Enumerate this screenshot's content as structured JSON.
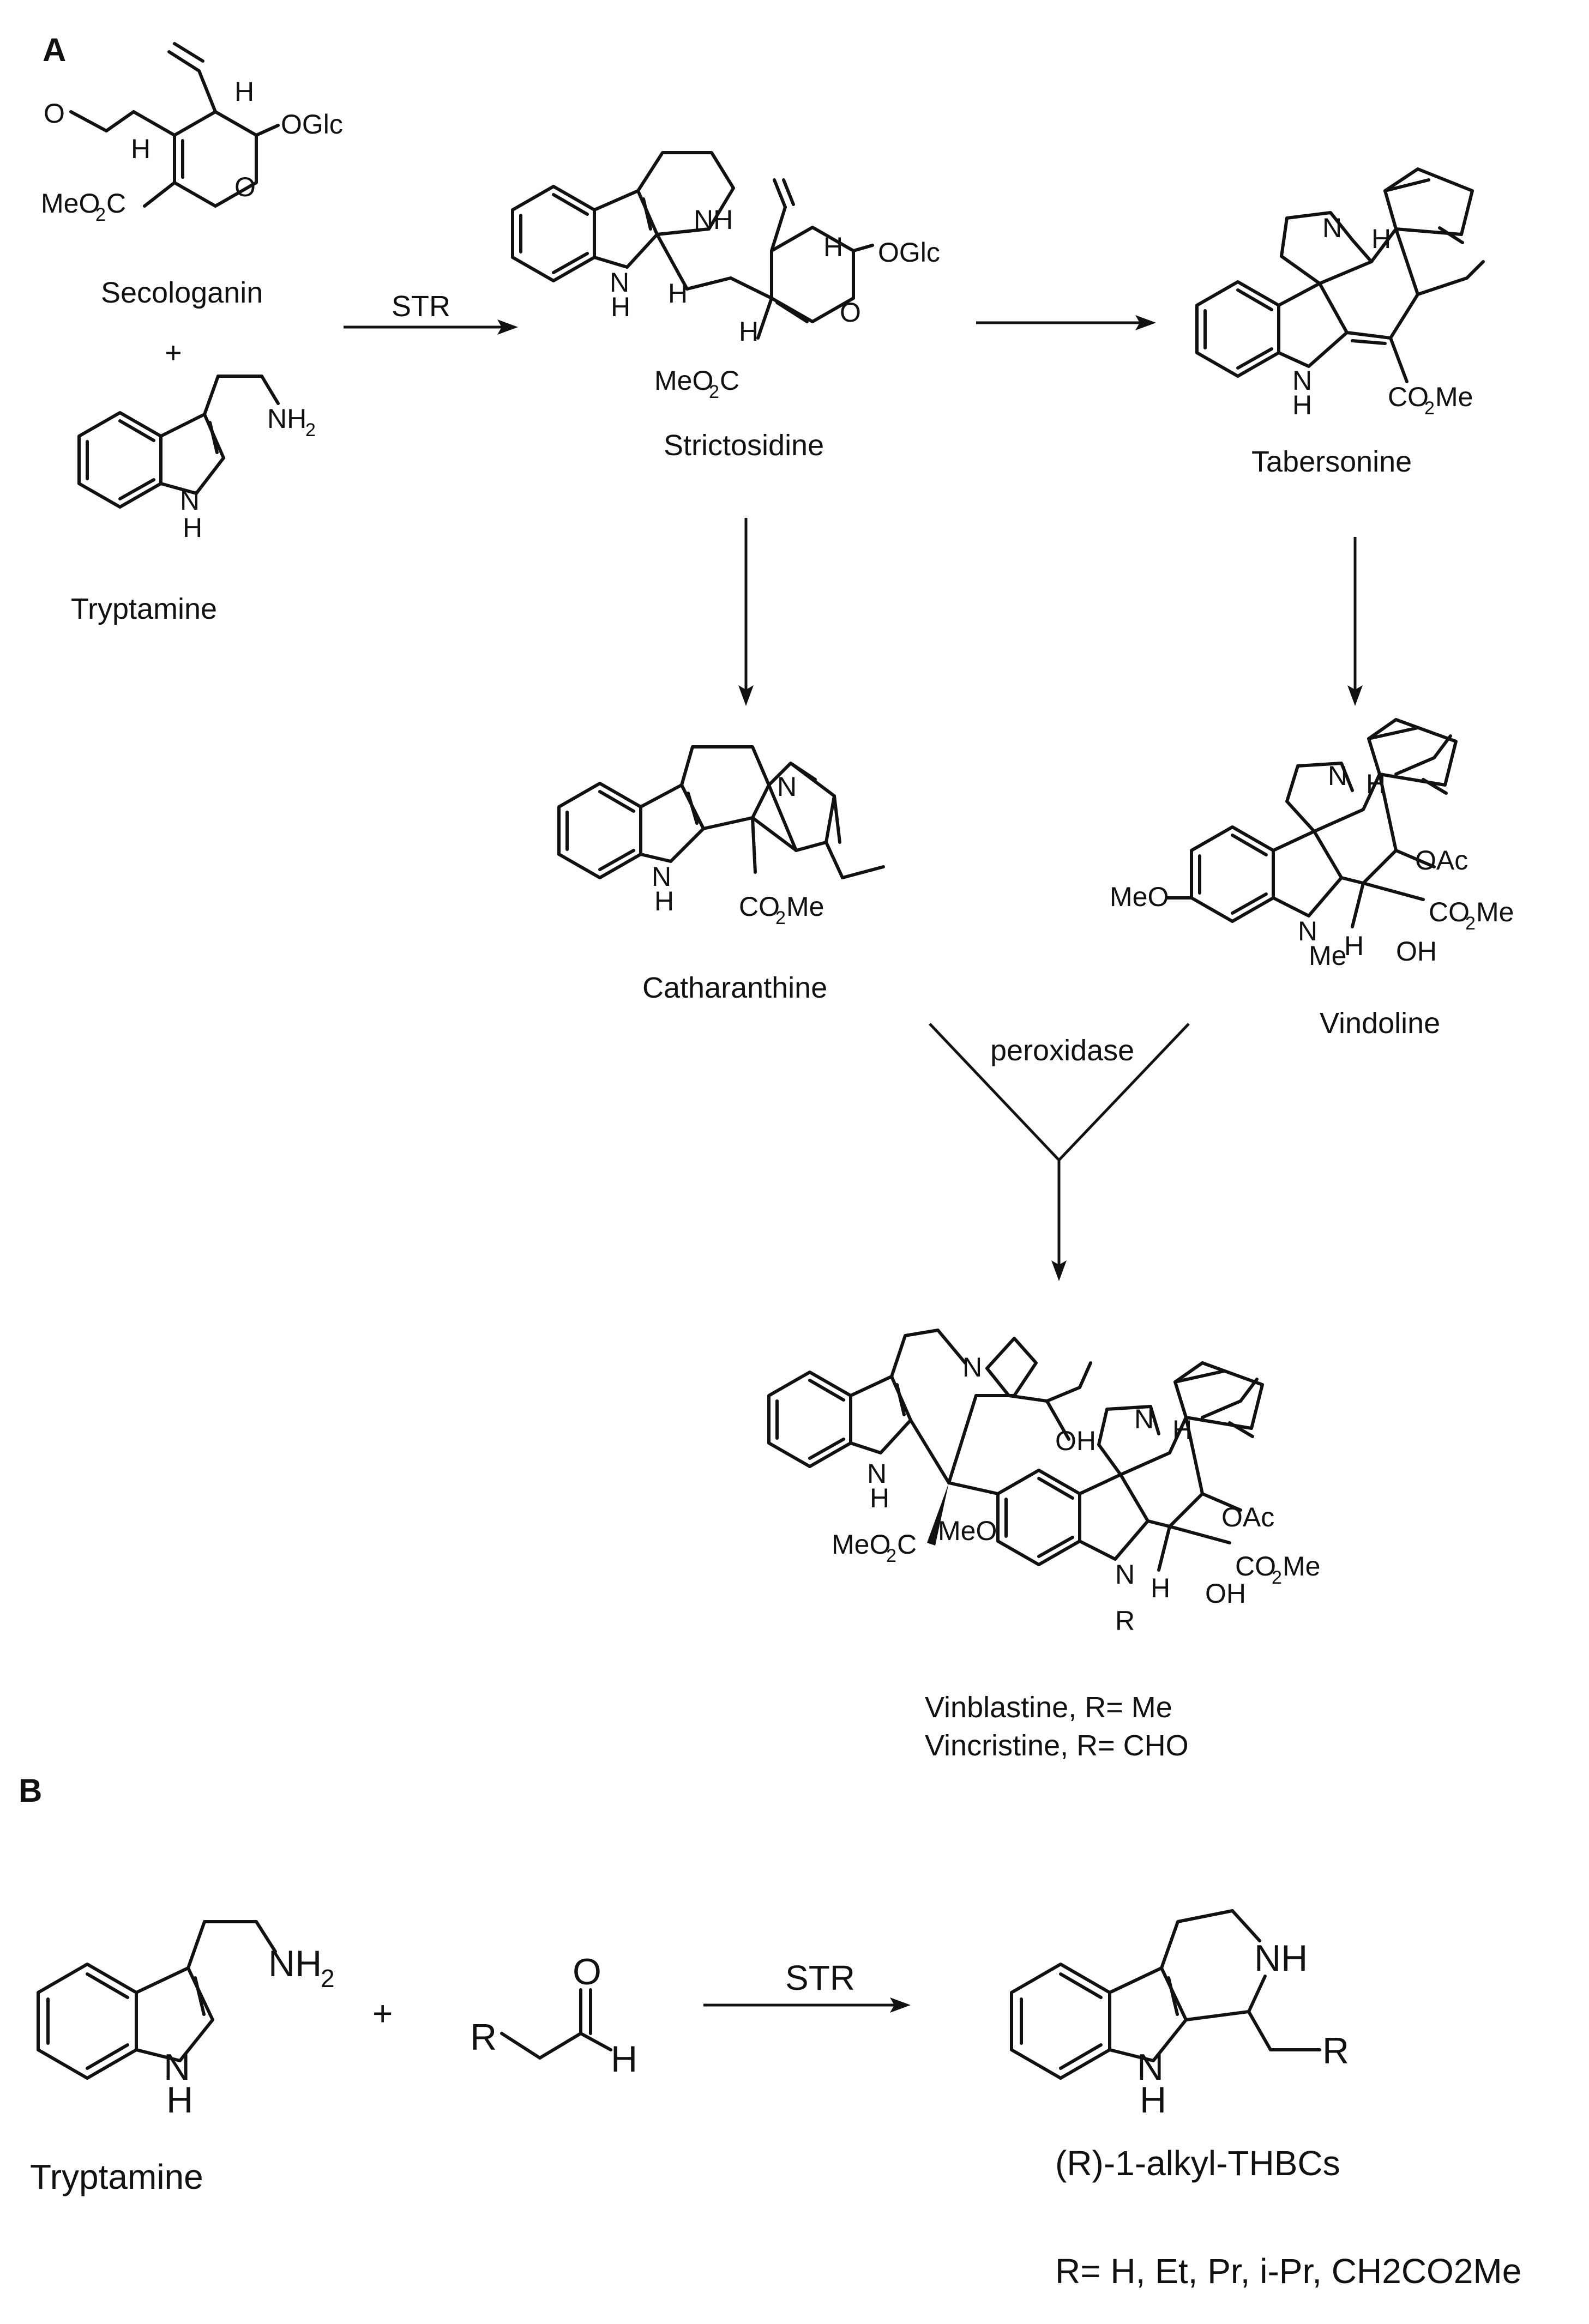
{
  "panels": {
    "a": "A",
    "b": "B"
  },
  "compounds": {
    "secologanin": "Secologanin",
    "tryptamine_a": "Tryptamine",
    "strictosidine": "Strictosidine",
    "tabersonine": "Tabersonine",
    "catharanthine": "Catharanthine",
    "vindoline": "Vindoline",
    "vinblastine": "Vinblastine, R= Me",
    "vincristine": "Vincristine, R= CHO",
    "tryptamine_b": "Tryptamine",
    "product_b": "(R)-1-alkyl-THBCs",
    "r_groups": "R= H, Et, Pr, i-Pr, CH2CO2Me"
  },
  "reagents": {
    "str_a": "STR",
    "peroxidase": "peroxidase",
    "str_b": "STR",
    "plus_a": "+",
    "plus_b": "+"
  },
  "colors": {
    "ink": "#111111",
    "background": "#ffffff"
  }
}
